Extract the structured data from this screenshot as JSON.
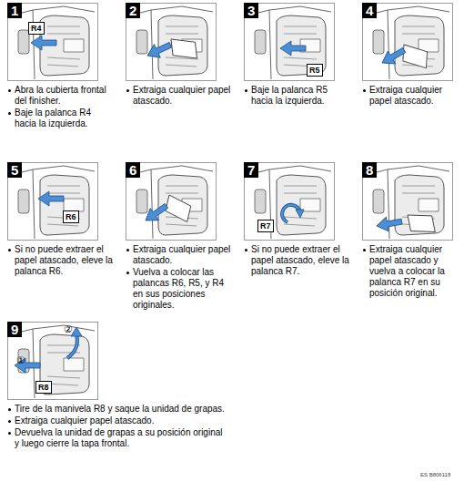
{
  "diagram": {
    "nodes": [
      {
        "text": [
          "1",
          "Abra la cubierta frontal del finisher.",
          "Baje la palanca R4 hacia la izquierda."
        ]
      },
      {
        "text": [
          "R4"
        ],
        "in": 0
      },
      {
        "text": [
          "2",
          "Extraiga cualquier papel atascado."
        ]
      },
      {
        "text": [
          "3",
          "Baje la palanca R5 hacia la izquierda."
        ]
      },
      {
        "text": [
          "R5"
        ],
        "in": 3
      },
      {
        "text": [
          "4",
          "Extraiga cualquier papel atascado."
        ]
      },
      {
        "text": [
          "5",
          "Si no puede extraer el papel atascado, eleve la palanca R6."
        ]
      },
      {
        "text": [
          "R6"
        ],
        "in": 6
      },
      {
        "text": [
          "6",
          "Extraiga cualquier papel atascado.",
          "Vuelva a colocar las palancas R6, R5, y R4 en sus posiciones originales."
        ]
      },
      {
        "text": [
          "7",
          "Si no puede extraer el papel atascado, eleve la palanca R7."
        ]
      },
      {
        "text": [
          "R7"
        ],
        "in": 9
      },
      {
        "text": [
          "8",
          "Extraiga cualquier papel atascado y vuelva a colocar la palanca R7 en su posición original."
        ]
      },
      {
        "text": [
          "9",
          "Tire de la manivela R8 y saque la unidad de grapas.",
          "Extraiga cualquier papel atascado.",
          "Devuelva la unidad de grapas a su posición original y luego cierre la tapa frontal."
        ]
      },
      {
        "text": [
          "R8"
        ],
        "in": 12
      }
    ],
    "labels": [
      "①",
      "②",
      "ES B806118"
    ]
  }
}
